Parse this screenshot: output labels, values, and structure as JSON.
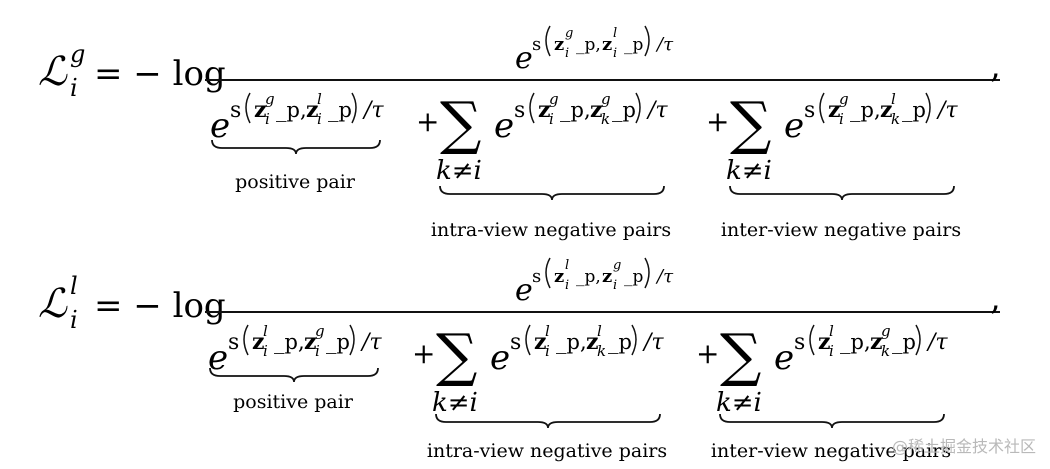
{
  "equations": [
    {
      "lhs": {
        "symbol": "ℒ",
        "sub": "i",
        "sup": "g",
        "eq": "= − log"
      },
      "numerator": {
        "base": "e",
        "exp_s": "s",
        "z1": "z",
        "z1_sup": "g",
        "z1_sub": "i",
        "z1_tail": "_p,",
        "z2": "z",
        "z2_sup": "l",
        "z2_sub": "i",
        "z2_tail": "_p",
        "tau": "/τ"
      },
      "terms": [
        {
          "label": "positive pair",
          "base": "e",
          "exp_s": "s",
          "z1": "z",
          "z1_sup": "g",
          "z1_sub": "i",
          "z1_tail": "_p,",
          "z2": "z",
          "z2_sup": "l",
          "z2_sub": "i",
          "z2_tail": "_p",
          "tau": "/τ"
        },
        {
          "label": "intra-view negative pairs",
          "sum": "∑",
          "sum_sub": "k≠i",
          "base": "e",
          "exp_s": "s",
          "z1": "z",
          "z1_sup": "g",
          "z1_sub": "i",
          "z1_tail": "_p,",
          "z2": "z",
          "z2_sup": "g",
          "z2_sub": "k",
          "z2_tail": "_p",
          "tau": "/τ"
        },
        {
          "label": "inter-view negative pairs",
          "sum": "∑",
          "sum_sub": "k≠i",
          "base": "e",
          "exp_s": "s",
          "z1": "z",
          "z1_sup": "g",
          "z1_sub": "i",
          "z1_tail": "_p,",
          "z2": "z",
          "z2_sup": "l",
          "z2_sub": "k",
          "z2_tail": "_p",
          "tau": "/τ"
        }
      ],
      "plus": "+",
      "trail": ","
    },
    {
      "lhs": {
        "symbol": "ℒ",
        "sub": "i",
        "sup": "l",
        "eq": "= − log"
      },
      "numerator": {
        "base": "e",
        "exp_s": "s",
        "z1": "z",
        "z1_sup": "l",
        "z1_sub": "i",
        "z1_tail": "_p,",
        "z2": "z",
        "z2_sup": "g",
        "z2_sub": "i",
        "z2_tail": "_p",
        "tau": "/τ"
      },
      "terms": [
        {
          "label": "positive pair",
          "base": "e",
          "exp_s": "s",
          "z1": "z",
          "z1_sup": "l",
          "z1_sub": "i",
          "z1_tail": "_p,",
          "z2": "z",
          "z2_sup": "g",
          "z2_sub": "i",
          "z2_tail": "_p",
          "tau": "/τ"
        },
        {
          "label": "intra-view negative pairs",
          "sum": "∑",
          "sum_sub": "k≠i",
          "base": "e",
          "exp_s": "s",
          "z1": "z",
          "z1_sup": "l",
          "z1_sub": "i",
          "z1_tail": "_p,",
          "z2": "z",
          "z2_sup": "l",
          "z2_sub": "k",
          "z2_tail": "_p",
          "tau": "/τ"
        },
        {
          "label": "inter-view negative pairs",
          "sum": "∑",
          "sum_sub": "k≠i",
          "base": "e",
          "exp_s": "s",
          "z1": "z",
          "z1_sup": "l",
          "z1_sub": "i",
          "z1_tail": "_p,",
          "z2": "z",
          "z2_sup": "g",
          "z2_sub": "k",
          "z2_tail": "_p",
          "tau": "/τ"
        }
      ],
      "plus": "+",
      "trail": ","
    }
  ],
  "watermark": "@稀土掘金技术社区"
}
